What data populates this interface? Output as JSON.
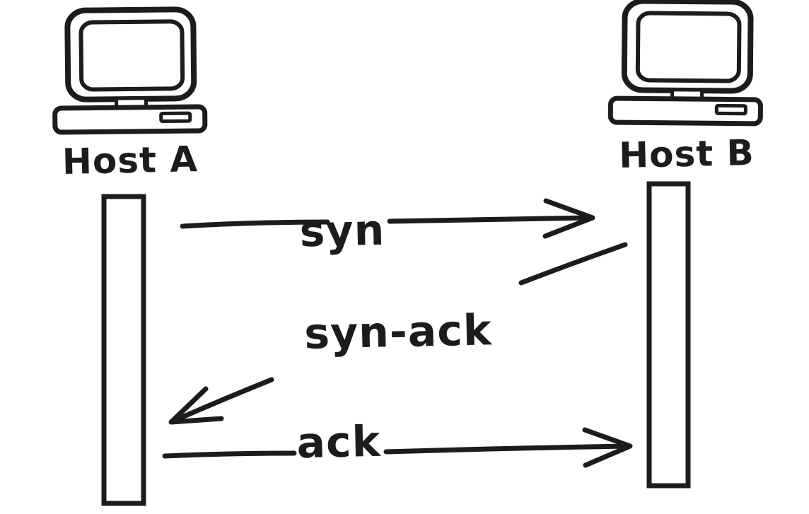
{
  "diagram": {
    "type": "sequence-diagram",
    "style": "hand-drawn",
    "colors": {
      "ink": "#1c1c1c",
      "background": "#ffffff"
    },
    "actors": [
      {
        "name": "Host A",
        "icon": "computer-icon"
      },
      {
        "name": "Host B",
        "icon": "computer-icon"
      }
    ],
    "messages": [
      {
        "label": "syn",
        "from": "Host A",
        "to": "Host B",
        "direction": "right"
      },
      {
        "label": "syn-ack",
        "from": "Host B",
        "to": "Host A",
        "direction": "left"
      },
      {
        "label": "ack",
        "from": "Host A",
        "to": "Host B",
        "direction": "right"
      }
    ]
  }
}
